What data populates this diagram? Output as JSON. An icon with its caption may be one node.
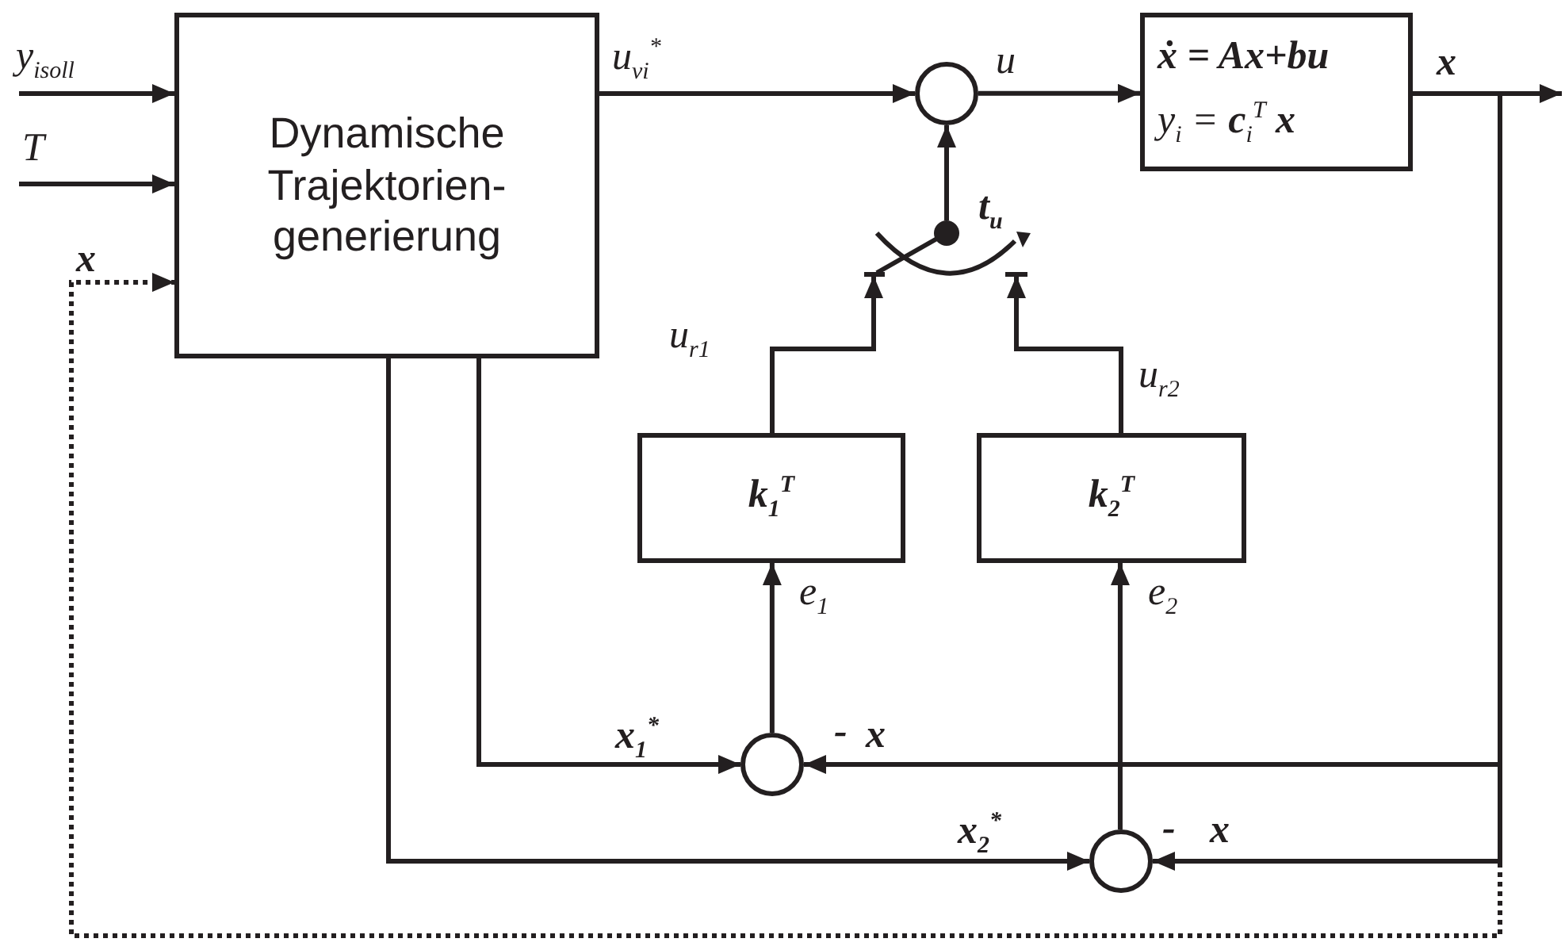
{
  "diagram": {
    "nodes": [
      {
        "text": [
          "Dynamische Trajektorien-generierung"
        ]
      },
      {
        "text": [],
        "shape": "circle"
      },
      {
        "text": [
          "ẋ = Ax+bu",
          "y$_{i}$ = **c**$_{i}$$^{T}$ **x**"
        ]
      },
      {
        "text": [],
        "shape": "switch",
        "beside": [
          "t$_{u}$"
        ]
      },
      {
        "text": [
          "k$_{1}$$^{T}$"
        ]
      },
      {
        "text": [
          "k$_{2}$$^{T}$"
        ]
      },
      {
        "text": [],
        "shape": "circle",
        "beside": [
          "-"
        ]
      },
      {
        "text": [],
        "shape": "circle",
        "beside": [
          "-"
        ]
      }
    ],
    "edges": [
      {
        "from": null,
        "to": 0,
        "arrow": "to",
        "label": "y$_{isoll}$"
      },
      {
        "from": null,
        "to": 0,
        "arrow": "to",
        "label": "T"
      },
      {
        "from": 2,
        "to": 0,
        "arrow": "to",
        "label": "x",
        "style": "dashed"
      },
      {
        "from": 0,
        "to": 1,
        "arrow": "to",
        "label": "u$_{vi}$$^{*}$"
      },
      {
        "from": 1,
        "to": 2,
        "arrow": "to",
        "label": "u"
      },
      {
        "from": 3,
        "to": 1,
        "arrow": "to"
      },
      {
        "from": 4,
        "to": 3,
        "arrow": "to",
        "label": "u$_{r1}$"
      },
      {
        "from": 5,
        "to": 3,
        "arrow": "to",
        "label": "u$_{r2}$"
      },
      {
        "from": 0,
        "to": 6,
        "arrow": "to",
        "label": "x$_{1}$$^{*}$"
      },
      {
        "from": 0,
        "to": 7,
        "arrow": "to",
        "label": "x$_{2}$$^{*}$"
      },
      {
        "from": 2,
        "to": 6,
        "arrow": "to",
        "label": "x"
      },
      {
        "from": 2,
        "to": 7,
        "arrow": "to",
        "label": "x"
      },
      {
        "from": 2,
        "to": null,
        "arrow": "to",
        "label": "x"
      },
      {
        "from": 6,
        "to": 4,
        "arrow": "to",
        "label": "e$_{1}$"
      },
      {
        "from": 7,
        "to": 5,
        "arrow": "to",
        "label": "e$_{2}$"
      }
    ]
  }
}
